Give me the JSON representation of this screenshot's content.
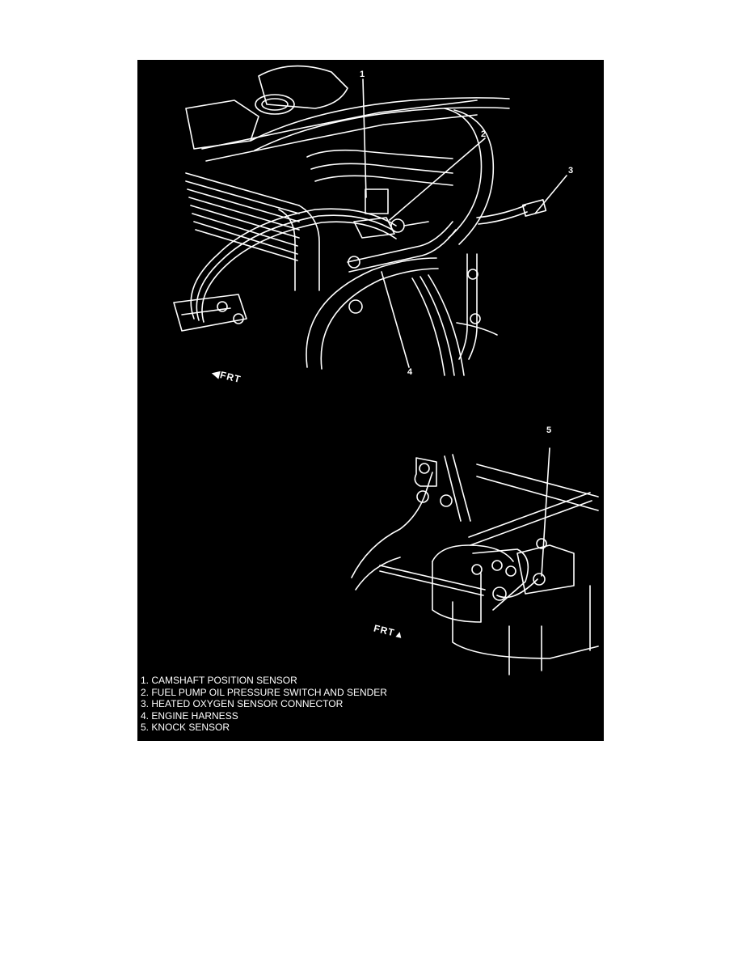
{
  "figure": {
    "background": "#000000",
    "line_color": "#ffffff",
    "callouts": [
      {
        "number": "1"
      },
      {
        "number": "2"
      },
      {
        "number": "3"
      },
      {
        "number": "4"
      },
      {
        "number": "5"
      }
    ],
    "front_arrows": [
      {
        "label": "FRT",
        "icon": "front-arrow-left-icon"
      },
      {
        "label": "FRT",
        "icon": "front-arrow-right-icon"
      }
    ]
  },
  "legend": {
    "items": [
      "1. CAMSHAFT POSITION SENSOR",
      "2. FUEL PUMP OIL PRESSURE SWITCH AND SENDER",
      "3. HEATED OXYGEN SENSOR CONNECTOR",
      "4. ENGINE HARNESS",
      "5. KNOCK SENSOR"
    ]
  }
}
